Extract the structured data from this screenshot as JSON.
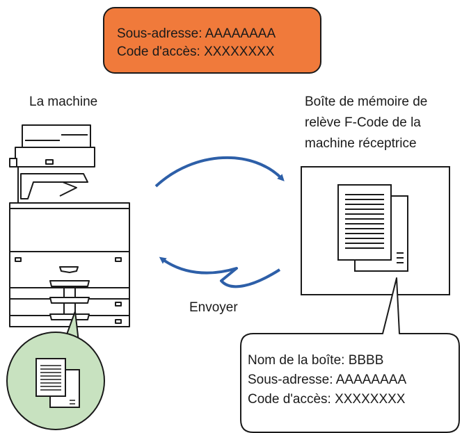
{
  "top_callout": {
    "line1": "Sous-adresse: AAAAAAAA",
    "line2": "Code d'accès: XXXXXXXX",
    "fill": "#f07a3b",
    "stroke": "#1a1a1a"
  },
  "machine_label": "La machine",
  "receiver_label": {
    "line1": "Boîte de mémoire de",
    "line2": "relève F-Code de la",
    "line3": "machine réceptrice"
  },
  "send_label": "Envoyer",
  "bottom_callout": {
    "line1": "Nom de la boîte: BBBB",
    "line2": "Sous-adresse: AAAAAAAA",
    "line3": "Code d'accès: XXXXXXXX"
  },
  "colors": {
    "arrow": "#2d5fa8",
    "document_badge": "#c8e2c0",
    "line": "#1a1a1a"
  },
  "icons": [
    "printer-icon",
    "documents-icon",
    "arrow-right-icon",
    "arrow-left-icon"
  ]
}
